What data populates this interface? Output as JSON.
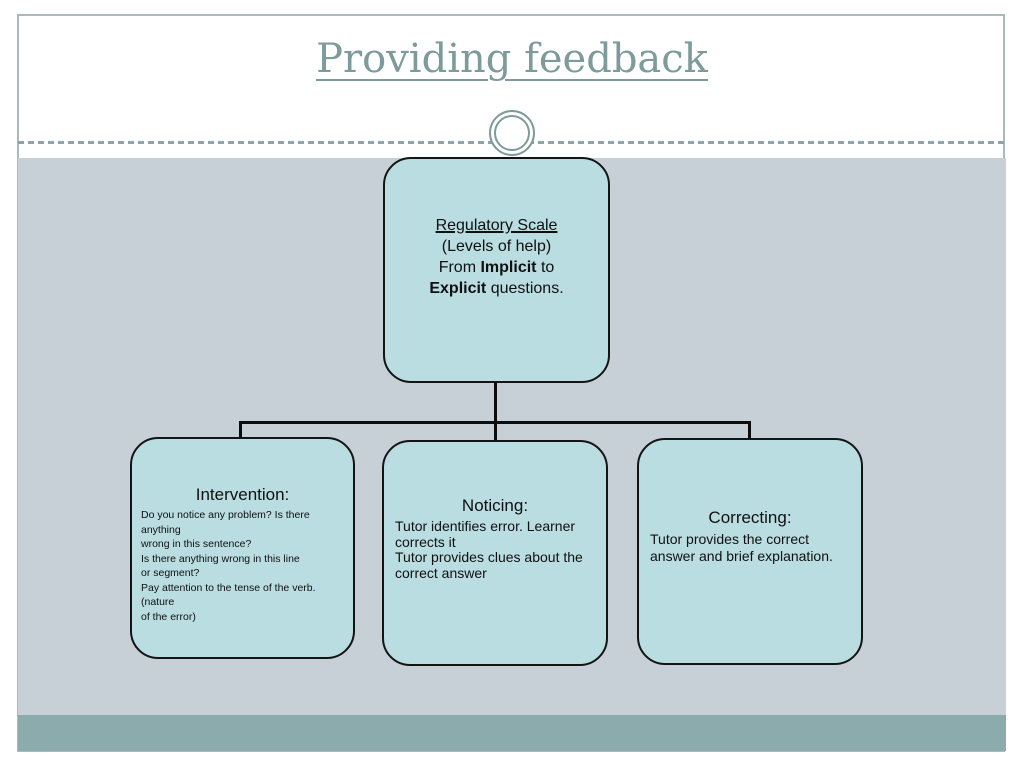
{
  "slide": {
    "title": "Providing feedback"
  },
  "colors": {
    "title_text": "#7d9b9b",
    "frame_border": "#a9babd",
    "background_gray": "#c7d0d6",
    "footer_band": "#8cabad",
    "node_fill": "#b9dde1",
    "node_border": "#141414",
    "connector": "#0c0c0c",
    "dashed_divider": "#8ba6a9",
    "ornament_ring": "#7d9b9b"
  },
  "diagram": {
    "root": {
      "line1": "Regulatory Scale",
      "line2": "(Levels of help)",
      "line3_pre": "From ",
      "line3_bold": "Implicit",
      "line3_post": " to",
      "line4_bold": "Explicit",
      "line4_post": " questions."
    },
    "children": [
      {
        "title": "Intervention:",
        "lines": [
          "Do you notice any problem? Is there anything",
          "wrong in this sentence?",
          "Is there anything wrong in this line",
          "or segment?",
          "Pay attention to the tense of the verb. (nature",
          "of the error)"
        ]
      },
      {
        "title": "Noticing:",
        "lines": [
          "Tutor identifies error. Learner",
          "corrects it",
          "Tutor provides clues about the",
          "correct answer"
        ]
      },
      {
        "title": "Correcting:",
        "lines": [
          "Tutor provides the correct",
          "answer and brief explanation."
        ]
      }
    ]
  }
}
